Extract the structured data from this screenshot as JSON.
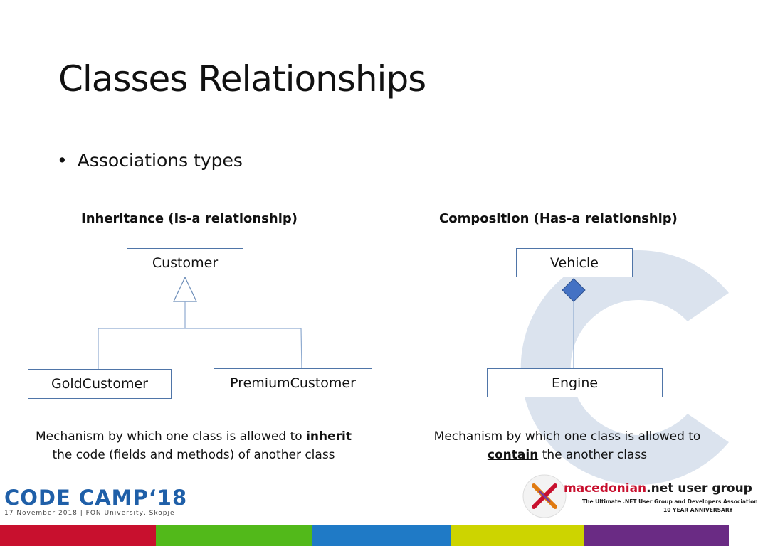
{
  "slide": {
    "title": "Classes Relationships",
    "bullet_symbol": "•",
    "bullet": "Associations types"
  },
  "inheritance": {
    "heading": "Inheritance (Is-a relationship)",
    "parent": "Customer",
    "child_left": "GoldCustomer",
    "child_right": "PremiumCustomer",
    "desc_line1_pre": "Mechanism by which one class is allowed to ",
    "desc_line1_em": "inherit",
    "desc_line2": "the code (fields and methods) of another class"
  },
  "composition": {
    "heading": "Composition (Has-a relationship)",
    "whole": "Vehicle",
    "part": "Engine",
    "desc_line1": "Mechanism by which one class is allowed to",
    "desc_line2_em": "contain",
    "desc_line2_post": " the another class"
  },
  "footer": {
    "codecamp_name": "CODE CAMP‘18",
    "codecamp_date": "17 November 2018 | FON University, Skopje",
    "mk_brand_red": "macedonian",
    "mk_brand_rest": ".net user group",
    "mk_tagline": "The Ultimate .NET User Group and Developers Association",
    "mk_anniversary": "10 YEAR ANNIVERSARY",
    "bar_colors": [
      "#c8102e",
      "#52b91a",
      "#1f7ac6",
      "#cdd400",
      "#6a2b84"
    ]
  },
  "colors": {
    "box_border": "#4f75a8",
    "diamond_fill": "#4472c4",
    "watermark": "#dbe3ee"
  }
}
